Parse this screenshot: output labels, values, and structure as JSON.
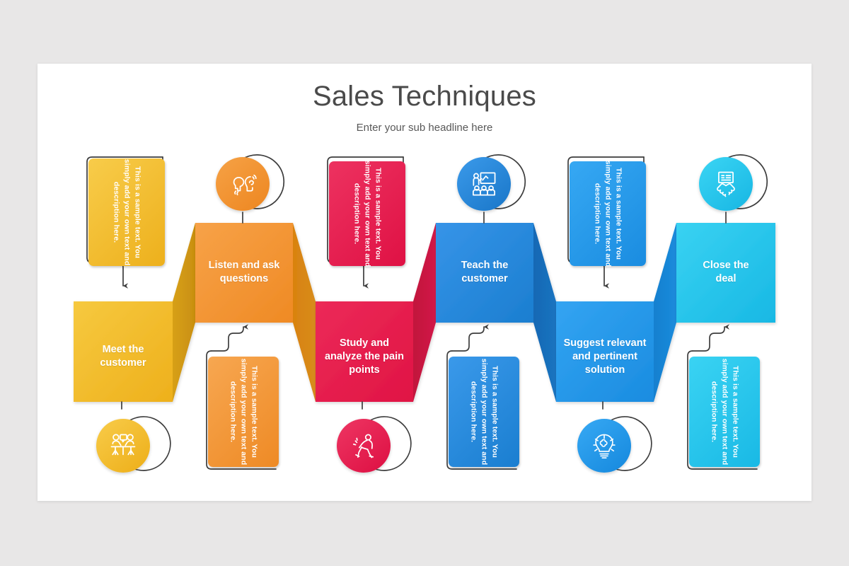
{
  "slide": {
    "title": "Sales Techniques",
    "subtitle": "Enter your sub headline here",
    "background_color": "#e8e7e7",
    "card_color": "#ffffff"
  },
  "callout_text": "This is a sample text. You simply add your own text and description here.",
  "steps": [
    {
      "index": 1,
      "label": "Meet the\ncustomer",
      "label_line1": "Meet the",
      "label_line2": "customer",
      "color": "#f0b429",
      "color_light": "#f5c43a",
      "color_dark": "#d89a18",
      "level": "low",
      "icon": "meeting-people-icon",
      "icon_position": "bottom",
      "callout_position": "top",
      "callout_color": "#f3c02c"
    },
    {
      "index": 2,
      "label": "Listen and ask\nquestions",
      "label_line1": "Listen and ask",
      "label_line2": "questions",
      "color": "#f08c28",
      "color_light": "#f59b3c",
      "color_dark": "#d4781a",
      "level": "high",
      "icon": "speak-listen-icon",
      "icon_position": "top",
      "callout_position": "bottom",
      "callout_color": "#f0912e"
    },
    {
      "index": 3,
      "label": "Study and\nanalyze the pain\npoints",
      "label_line1": "Study and",
      "label_line2": "analyze the pain",
      "label_line3": "points",
      "color": "#e8२13f",
      "color_hex": "#e81f4f",
      "color_light": "#ec2a58",
      "color_dark": "#c81340",
      "level": "low",
      "icon": "back-pain-icon",
      "icon_position": "bottom",
      "callout_position": "top",
      "callout_color": "#e81f4f"
    },
    {
      "index": 4,
      "label": "Teach the\ncustomer",
      "label_line1": "Teach the",
      "label_line2": "customer",
      "color": "#2083d8",
      "color_light": "#2e90e4",
      "color_dark": "#1768b4",
      "level": "high",
      "icon": "teaching-board-icon",
      "icon_position": "top",
      "callout_position": "bottom",
      "callout_color": "#2386dc"
    },
    {
      "index": 5,
      "label": "Suggest relevant\nand pertinent\nsolution",
      "label_line1": "Suggest relevant",
      "label_line2": "and pertinent",
      "label_line3": "solution",
      "color": "#2196e8",
      "color_light": "#2ea2f0",
      "color_dark": "#1779c4",
      "level": "low",
      "icon": "puzzle-bulb-icon",
      "icon_position": "bottom",
      "callout_position": "top",
      "callout_color": "#2196ec"
    },
    {
      "index": 6,
      "label": "Close the\ndeal",
      "label_line1": "Close the",
      "label_line2": "deal",
      "color": "#22c0ea",
      "color_light": "#2fcdf0",
      "color_dark": "#189fd0",
      "level": "high",
      "icon": "handshake-deal-icon",
      "icon_position": "top",
      "callout_position": "bottom",
      "callout_color": "#26c4ee"
    }
  ],
  "connector_color": "#3d3d3d"
}
